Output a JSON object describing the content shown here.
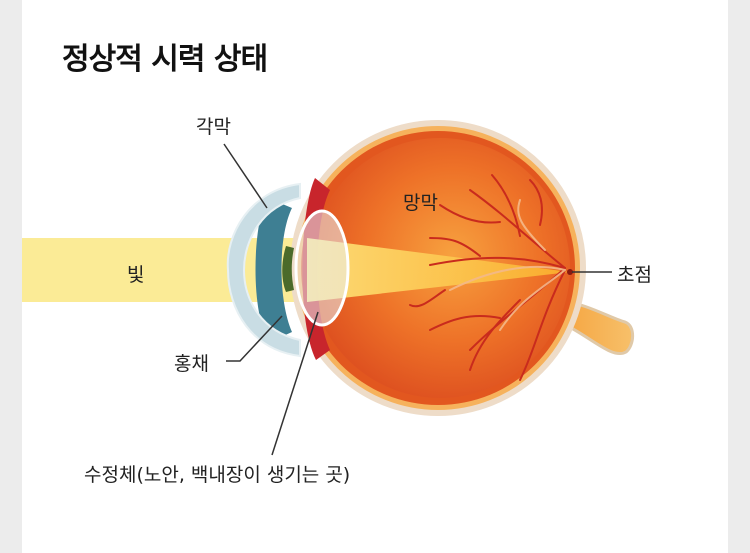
{
  "title": "정상적 시력 상태",
  "labels": {
    "cornea": "각막",
    "retina": "망막",
    "light": "빛",
    "focus": "초점",
    "iris": "홍채",
    "lens": "수정체(노안, 백내장이 생기는 곳)"
  },
  "colors": {
    "light_beam": "#fbeb96",
    "sclera_outer": "#f39a3c",
    "eye_interior": "#ee6a26",
    "vessel": "#c82a1c",
    "iris": "#3e7f93",
    "cornea": "#c9dde4"
  }
}
